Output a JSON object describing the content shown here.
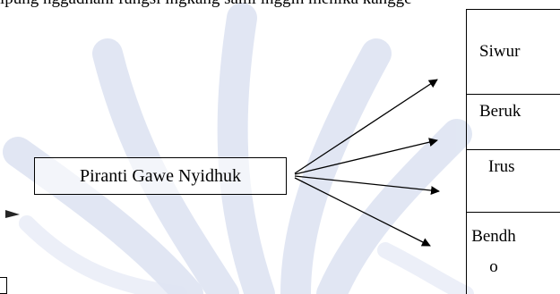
{
  "header_text": "ipung nggadhahi fungsi ingkang sami inggih menika kangge",
  "source_label": "Piranti Gawe Nyidhuk",
  "items": [
    {
      "label": "Siwur"
    },
    {
      "label": "Beruk"
    },
    {
      "label": "Irus"
    },
    {
      "label": "Bendh",
      "label_line2": "o"
    }
  ],
  "colors": {
    "watermark": "#c9d3ea",
    "line": "#000000"
  }
}
